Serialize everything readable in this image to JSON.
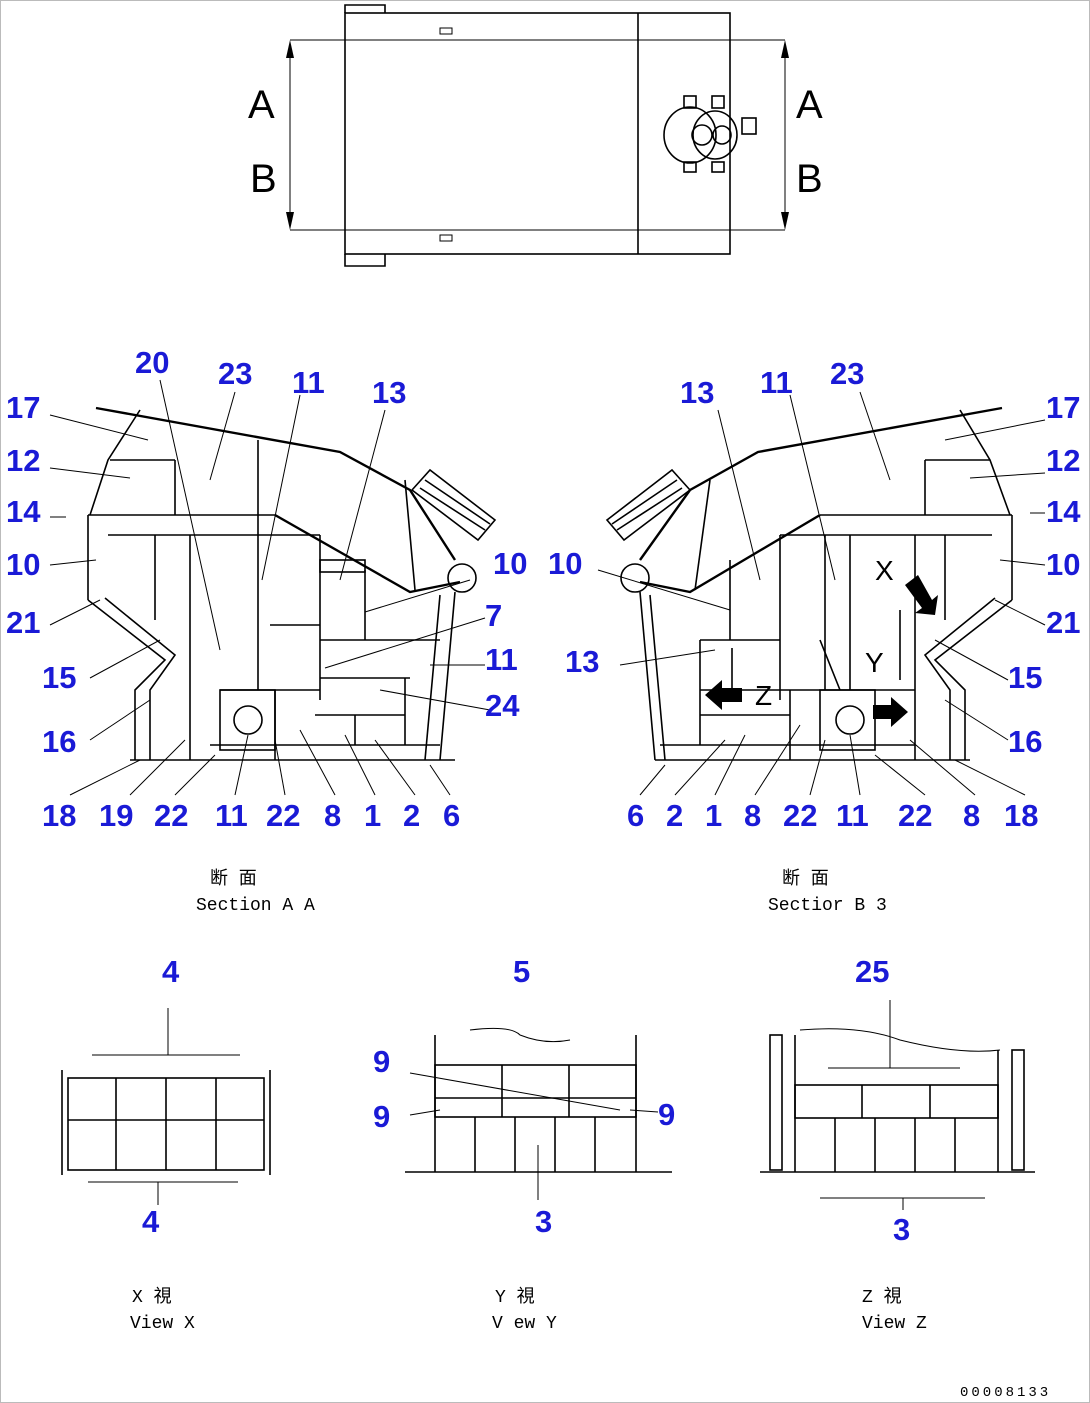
{
  "top_view": {
    "section_labels": [
      "A",
      "B",
      "A",
      "B"
    ]
  },
  "section_aa": {
    "title_jp": "断 面",
    "title_en": "Section A A",
    "callouts": [
      "20",
      "23",
      "11",
      "13",
      "17",
      "12",
      "14",
      "10",
      "21",
      "15",
      "16",
      "10",
      "7",
      "11",
      "24",
      "18",
      "19",
      "22",
      "11",
      "22",
      "8",
      "1",
      "2",
      "6"
    ]
  },
  "section_bb": {
    "title_jp": "断 面",
    "title_en": "Sectior B 3",
    "callouts": [
      "13",
      "11",
      "23",
      "17",
      "12",
      "14",
      "10",
      "10",
      "21",
      "13",
      "15",
      "16",
      "6",
      "2",
      "1",
      "8",
      "22",
      "11",
      "22",
      "8",
      "18"
    ],
    "view_letters": [
      "X",
      "Y",
      "Z"
    ]
  },
  "view_x": {
    "title_jp": "X 視",
    "title_en": "View X",
    "callouts": [
      "4",
      "4"
    ]
  },
  "view_y": {
    "title_jp": "Y 視",
    "title_en": "V ew Y",
    "callouts": [
      "5",
      "9",
      "9",
      "9",
      "3"
    ]
  },
  "view_z": {
    "title_jp": "Z 視",
    "title_en": "View Z",
    "callouts": [
      "25",
      "3"
    ]
  },
  "drawing_number": "00008133",
  "colors": {
    "callout": "#1a1ad6",
    "line": "#000000"
  }
}
